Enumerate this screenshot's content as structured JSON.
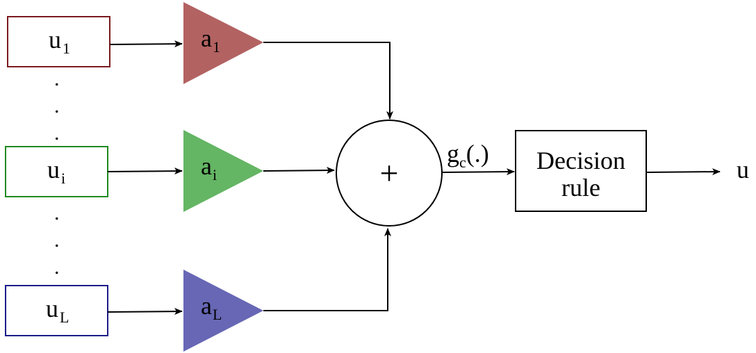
{
  "inputs": {
    "top": {
      "symbol": "u",
      "subscript": "1",
      "color": "#7b1a1f"
    },
    "middle": {
      "symbol": "u",
      "subscript": "i",
      "color": "#1f8a1f"
    },
    "bottom": {
      "symbol": "u",
      "subscript": "L",
      "color": "#1b1b8a"
    }
  },
  "weights": {
    "top": {
      "symbol": "a",
      "subscript": "1",
      "color": "#b36262"
    },
    "middle": {
      "symbol": "a",
      "subscript": "i",
      "color": "#64b564"
    },
    "bottom": {
      "symbol": "a",
      "subscript": "L",
      "color": "#6767b5"
    }
  },
  "ellipsis": ".",
  "summer": {
    "symbol": "+"
  },
  "combined": {
    "prefix": "g",
    "subscript": "c",
    "suffix": "(.)"
  },
  "decision": {
    "line1": "Decision",
    "line2": "rule"
  },
  "output": {
    "symbol": "u"
  }
}
